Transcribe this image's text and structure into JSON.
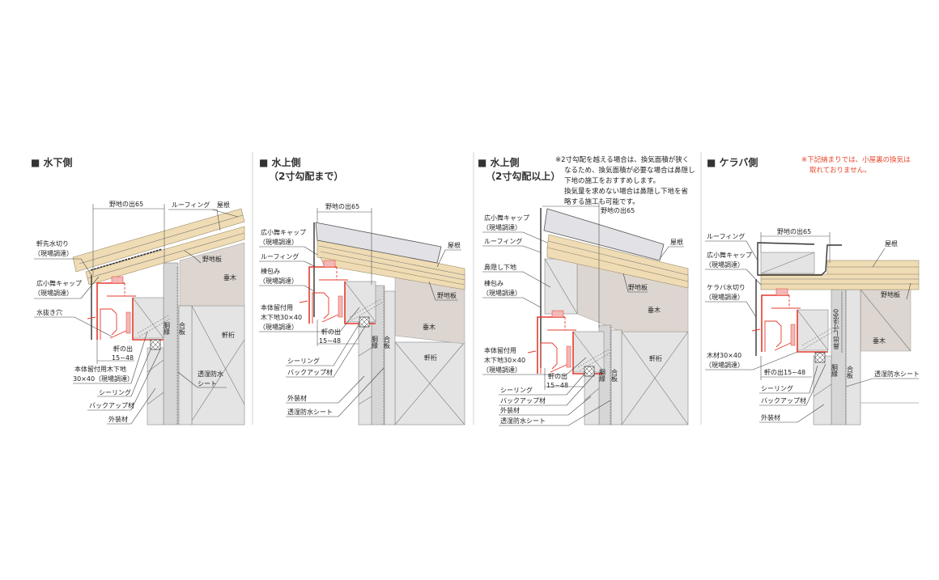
{
  "panels": [
    {
      "title": "■ 水下側",
      "labels": {
        "noji_de": "野地の出65",
        "roofing": "ルーフィング",
        "yane": "屋根",
        "nokisaki_mizukiri": "軒先水切り",
        "nokisaki_mizukiri_sub": "（現場調達）",
        "cap": "広小舞キャップ",
        "cap_sub": "（現場調達）",
        "mizunuki": "水抜き穴",
        "nojiita": "野地板",
        "taruki": "垂木",
        "dobuchi": "胴縁",
        "goban": "合板",
        "nokigeta": "軒桁",
        "noki_de": "軒の出",
        "noki_de_range": "15~48",
        "shitaji": "本体留付用木下地",
        "shitaji_sub": "30×40（現場調達）",
        "sealing": "シーリング",
        "backup": "バックアップ材",
        "gaisou": "外装材",
        "sheet": "透湿防水",
        "sheet2": "シート"
      }
    },
    {
      "title": "■ 水上側",
      "subtitle": "（2寸勾配まで）",
      "labels": {
        "noji_de": "野地の出65",
        "cap": "広小舞キャップ",
        "cap_sub": "（現場調達）",
        "roofing": "ルーフィング",
        "munezutsumi": "棟包み",
        "munezutsumi_sub": "（現場調達）",
        "shitaji1": "本体留付用",
        "shitaji2": "木下地30×40",
        "shitaji3": "（現場調達）",
        "noki_de": "軒の出",
        "noki_de_range": "15~48",
        "sealing": "シーリング",
        "backup": "バックアップ材",
        "gaisou": "外装材",
        "sheet": "透湿防水シート",
        "yane": "屋根",
        "nojiita": "野地板",
        "taruki": "垂木",
        "nokigeta": "軒桁",
        "dobuchi": "胴縁",
        "goban": "合板"
      }
    },
    {
      "title": "■ 水上側",
      "subtitle": "（2寸勾配以上）",
      "note": [
        "※2寸勾配を越える場合は、換気面積が狭く",
        "なるため、換気面積が必要な場合は鼻隠し",
        "下地の施工をおすすめします。",
        "換気量を求めない場合は鼻隠し下地を省",
        "略する施工も可能です。"
      ],
      "labels": {
        "noji_de": "野地の出65",
        "cap": "広小舞キャップ",
        "cap_sub": "（現場調達）",
        "roofing": "ルーフィング",
        "hanakakushi": "鼻隠し下地",
        "munezutsumi": "棟包み",
        "munezutsumi_sub": "（現場調達）",
        "shitaji1": "本体留付用",
        "shitaji2": "木下地30×40",
        "shitaji3": "（現場調達）",
        "noki_de": "軒の出",
        "noki_de_range": "15~48",
        "sealing": "シーリング",
        "backup": "バックアップ材",
        "gaisou": "外装材",
        "sheet": "透湿防水シート",
        "yane": "屋根",
        "nojiita": "野地板",
        "taruki": "垂木",
        "nokigeta": "軒桁",
        "dobuchi": "胴縁",
        "goban": "合板"
      }
    },
    {
      "title": "■ ケラバ側",
      "note": [
        "※下記納まりでは、小屋裏の換気は",
        "取れておりません。"
      ],
      "labels": {
        "noji_de": "野地の出65",
        "roofing": "ルーフィング",
        "cap": "広小舞キャップ",
        "cap_sub": "（現場調達）",
        "keraba_mizukiri": "ケラバ水切り",
        "keraba_mizukiri_sub": "（現場調達）",
        "mokuzai": "木材30×40",
        "mokuzai_sub": "（現場調達）",
        "noki_de": "軒の出15~48",
        "sealing": "シーリング",
        "backup": "バックアップ材",
        "gaisou": "外装材",
        "yane": "屋根",
        "nojiita": "野地板",
        "taruki": "垂木",
        "sheet": "透湿防水シート",
        "dobuchi": "胴縁",
        "goban": "合板",
        "hanade": "鼻出し寸法60"
      }
    }
  ],
  "colors": {
    "product": "#e53a2c",
    "note_red": "#e8452c",
    "wood": "#efdcb4"
  }
}
